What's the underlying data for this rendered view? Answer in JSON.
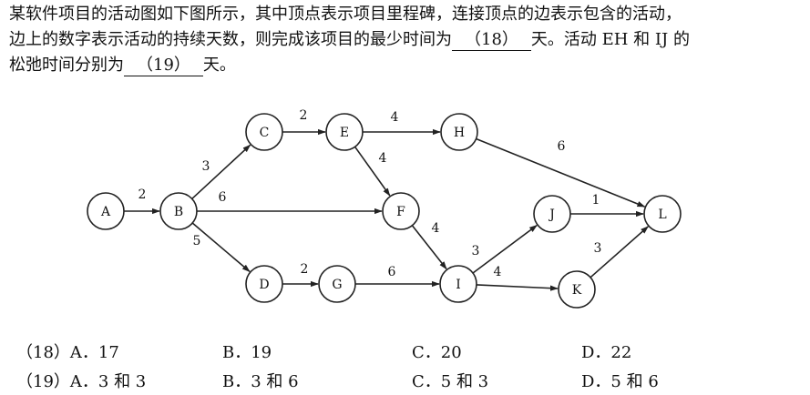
{
  "question": {
    "line1": "某软件项目的活动图如下图所示，其中顶点表示项目里程碑，连接顶点的边表示包含的活动，",
    "line2_pre": "边上的数字表示活动的持续天数，则完成该项目的最少时间为",
    "blank18": "（18）",
    "line2_post": "天。活动 EH 和 IJ 的",
    "line3_pre": "松弛时间分别为",
    "blank19": "（19）",
    "line3_post": "天。"
  },
  "diagram": {
    "nodes": [
      "A",
      "B",
      "C",
      "D",
      "E",
      "F",
      "G",
      "H",
      "I",
      "J",
      "K",
      "L"
    ],
    "edges": [
      {
        "from": "A",
        "to": "B",
        "weight": "2"
      },
      {
        "from": "B",
        "to": "C",
        "weight": "3"
      },
      {
        "from": "B",
        "to": "F",
        "weight": "6"
      },
      {
        "from": "B",
        "to": "D",
        "weight": "5"
      },
      {
        "from": "C",
        "to": "E",
        "weight": "2"
      },
      {
        "from": "E",
        "to": "H",
        "weight": "4"
      },
      {
        "from": "E",
        "to": "F",
        "weight": "4"
      },
      {
        "from": "H",
        "to": "L",
        "weight": "6"
      },
      {
        "from": "F",
        "to": "I",
        "weight": "4"
      },
      {
        "from": "D",
        "to": "G",
        "weight": "2"
      },
      {
        "from": "G",
        "to": "I",
        "weight": "6"
      },
      {
        "from": "I",
        "to": "J",
        "weight": "3"
      },
      {
        "from": "I",
        "to": "K",
        "weight": "4"
      },
      {
        "from": "J",
        "to": "L",
        "weight": "1"
      },
      {
        "from": "K",
        "to": "L",
        "weight": "3"
      }
    ]
  },
  "options": [
    {
      "label": "（18）A．17",
      "b": "B．19",
      "c": "C．20",
      "d": "D．22"
    },
    {
      "label": "（19）A．3 和 3",
      "b": "B．3 和 6",
      "c": "C．5 和 3",
      "d": "D．5 和 6"
    }
  ]
}
